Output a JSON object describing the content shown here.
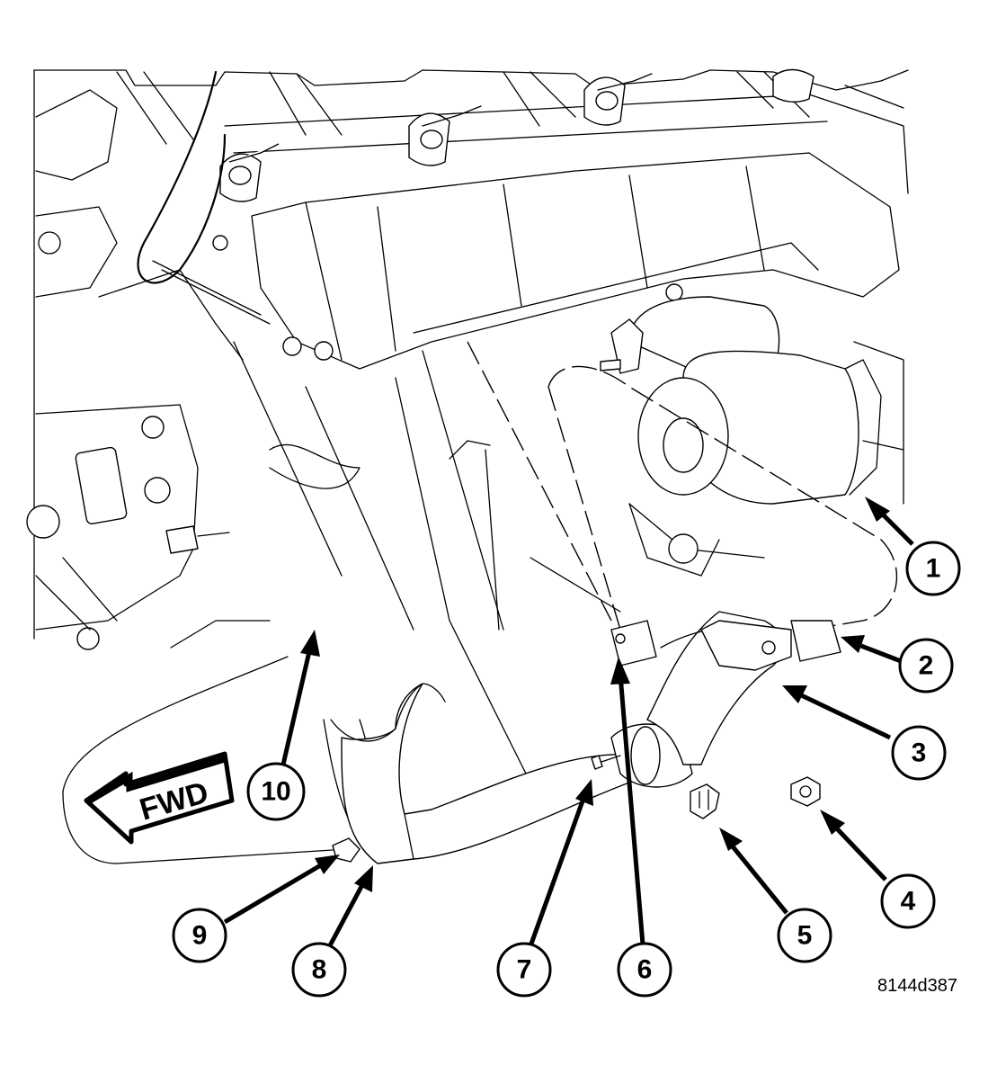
{
  "figure_id": "8144d387",
  "direction_label": "FWD",
  "callouts": [
    {
      "label": "1"
    },
    {
      "label": "2"
    },
    {
      "label": "3"
    },
    {
      "label": "4"
    },
    {
      "label": "5"
    },
    {
      "label": "6"
    },
    {
      "label": "7"
    },
    {
      "label": "8"
    },
    {
      "label": "9"
    },
    {
      "label": "10"
    }
  ]
}
